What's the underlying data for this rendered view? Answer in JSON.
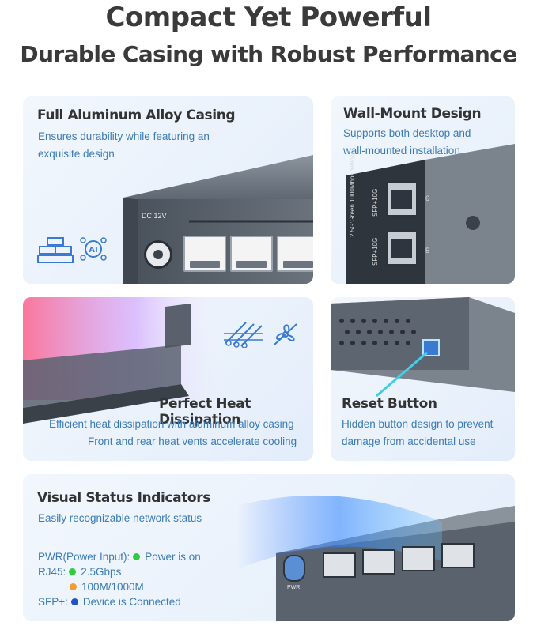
{
  "headline": "Compact Yet Powerful",
  "subheadline": "Durable Casing with Robust Performance",
  "colors": {
    "title": "#3a3a3a",
    "desc": "#3c7bb6",
    "green": "#2ecc40",
    "orange": "#f39c32",
    "blue": "#2153c8"
  },
  "cards": {
    "casing": {
      "title": "Full Aluminum Alloy Casing",
      "desc1": "Ensures durability while featuring an",
      "desc2": "exquisite design",
      "port_label": "DC 12V"
    },
    "wall": {
      "title": "Wall-Mount Design",
      "desc1": "Supports both desktop and",
      "desc2": "wall-mounted installation",
      "sfp_label": "SFP+10G",
      "led_label": "2.5G:Green 1000Mbps:Yellow",
      "num_top": "6",
      "num_bot": "5"
    },
    "heat": {
      "title": "Perfect Heat Dissipation",
      "desc1": "Efficient heat dissipation with aluminum alloy casing",
      "desc2": "Front and rear heat vents accelerate cooling"
    },
    "reset": {
      "title": "Reset Button",
      "desc1": "Hidden button design to prevent",
      "desc2": "damage from accidental use"
    },
    "status": {
      "title": "Visual Status Indicators",
      "desc": "Easily recognizable network status",
      "pwr_label": "PWR(Power Input):",
      "pwr_value": "Power is on",
      "rj45_label": "RJ45:",
      "rj45_v1": "2.5Gbps",
      "rj45_v2": "100M/1000M",
      "sfp_label": "SFP+:",
      "sfp_value": "Device is Connected",
      "pwr_port_label": "PWR"
    }
  },
  "icons": [
    "layers-icon",
    "ai-chip-icon",
    "heat-flow-icon",
    "fan-icon"
  ]
}
